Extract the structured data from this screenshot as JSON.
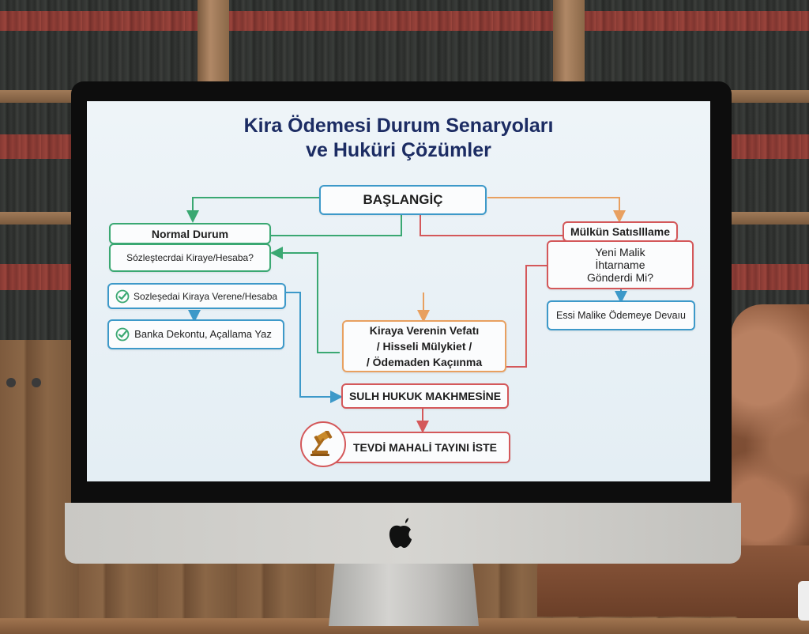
{
  "diagram": {
    "title_line1": "Kira Ödemesi Durum Senaryoları",
    "title_line2": "ve Huküri Çözümler",
    "nodes": {
      "start": "BAŞLANGİÇ",
      "normal": "Normal Durum",
      "normal_question": "Sózleştecrdai Kiraye/Hesaba?",
      "pay_landlord": "Sozleşedai Kiraya Verene/Hesaba",
      "bank_receipt": "Banka Dekontu, Açallama Yaz",
      "sale": "Mülkün Satıslllame",
      "new_owner_q_l1": "Yeni Malik",
      "new_owner_q_l2": "İhtarname",
      "new_owner_q_l3": "Gönderdi Mi?",
      "old_owner": "Essi Malike Ödemeye Devaıu",
      "problem_l1": "Kiraya Verenin Vefatı",
      "problem_l2": "/ Hisseli Mülykiet /",
      "problem_l3": "/ Ödemaden Kaçıınma",
      "court": "SULH HUKUK MAKHMESİNE",
      "deposit": "TEVDİ MAHALİ TAYINI İSTE"
    },
    "icons": {
      "check": "check-circle-icon",
      "gavel": "gavel-icon"
    },
    "colors": {
      "title": "#1c2c63",
      "green": "#3aa872",
      "blue": "#3d99c9",
      "orange": "#e8a060",
      "red": "#d4585a"
    }
  },
  "device": {
    "logo": "apple-logo"
  }
}
